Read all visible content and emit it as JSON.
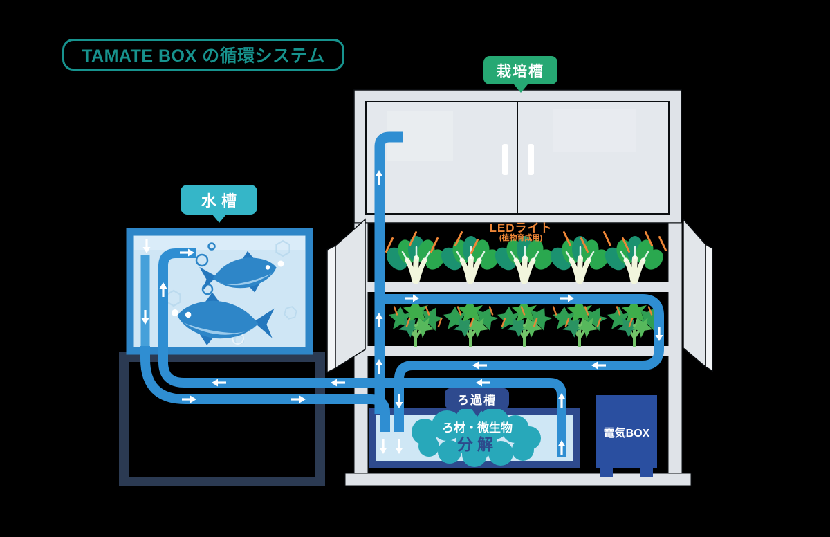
{
  "title": "TAMATE BOX の循環システム",
  "labels": {
    "cultivation_tank": "栽培槽",
    "water_tank": "水槽",
    "filter_tank": "ろ過槽",
    "electric_box": "電気BOX"
  },
  "led": {
    "title": "LEDライト",
    "subtitle": "(植物育成用)"
  },
  "filter": {
    "media": "ろ材・微生物",
    "action": "分解"
  },
  "colors": {
    "background": "#000000",
    "title_teal": "#17938e",
    "label_green": "#26a873",
    "label_teal": "#35b6c8",
    "label_navy": "#2e4a8e",
    "pipe_blue": "#2f8ed2",
    "pipe_light_blue": "#45a0da",
    "cabinet_gray": "#dfe3e8",
    "stand_navy": "#2b3a52",
    "aquarium_border": "#2e86c8",
    "aquarium_water": "#cfe6f5",
    "filter_cloud_teal": "#28a8ba",
    "electric_box_blue": "#2a4fa0",
    "led_orange": "#ee8637",
    "plant_green": "#2aa84f",
    "arrow_white": "#ffffff"
  }
}
